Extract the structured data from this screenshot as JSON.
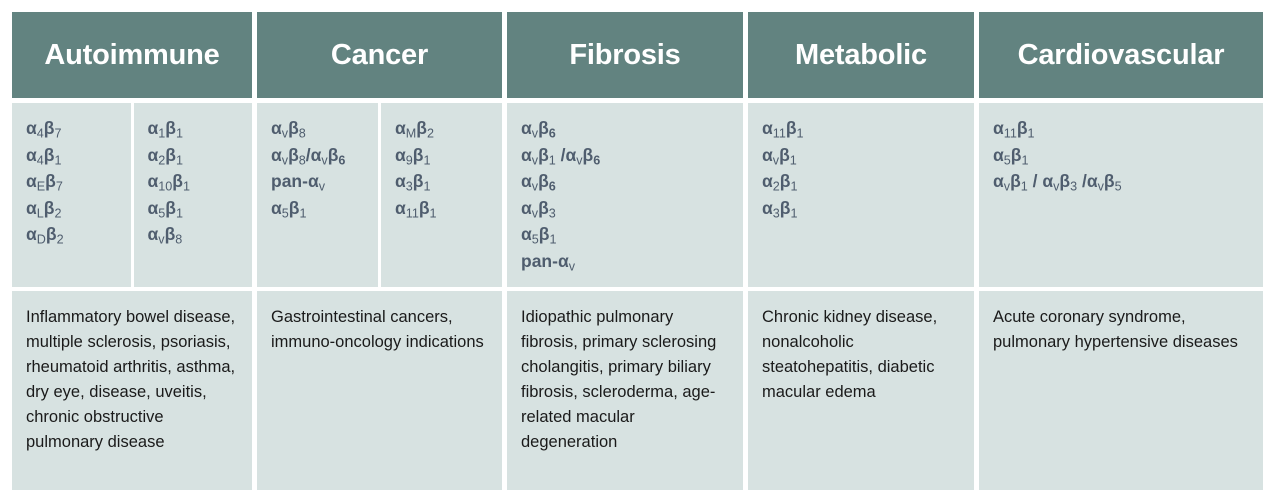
{
  "colors": {
    "header_background": "#628380",
    "header_text": "#ffffff",
    "cell_background": "#d7e2e1",
    "integrin_text": "#4f5d6e",
    "description_text": "#1a1a1a",
    "page_background": "#ffffff"
  },
  "columns": [
    {
      "key": "autoimmune",
      "header": "Autoimmune",
      "integrin_subcolumns": [
        [
          {
            "alpha": "4",
            "beta": "7",
            "alpha_bold_sub": false,
            "beta_bold_sub": false,
            "text": "α4β7"
          },
          {
            "alpha": "4",
            "beta": "1",
            "alpha_bold_sub": false,
            "beta_bold_sub": false,
            "text": "α4β1"
          },
          {
            "alpha": "E",
            "beta": "7",
            "alpha_bold_sub": false,
            "beta_bold_sub": false,
            "text": "αEβ7"
          },
          {
            "alpha": "L",
            "beta": "2",
            "alpha_bold_sub": false,
            "beta_bold_sub": false,
            "text": "αLβ2"
          },
          {
            "alpha": "D",
            "beta": "2",
            "alpha_bold_sub": false,
            "beta_bold_sub": false,
            "text": "αDβ2"
          }
        ],
        [
          {
            "alpha": "1",
            "beta": "1",
            "alpha_bold_sub": false,
            "beta_bold_sub": false,
            "text": "α1β1"
          },
          {
            "alpha": "2",
            "beta": "1",
            "alpha_bold_sub": false,
            "beta_bold_sub": false,
            "text": "α2β1"
          },
          {
            "alpha": "10",
            "beta": "1",
            "alpha_bold_sub": false,
            "beta_bold_sub": false,
            "text": "α10β1"
          },
          {
            "alpha": "5",
            "beta": "1",
            "alpha_bold_sub": false,
            "beta_bold_sub": false,
            "text": "α5β1"
          },
          {
            "alpha": "v",
            "beta": "8",
            "alpha_bold_sub": false,
            "beta_bold_sub": false,
            "text": "αvβ8"
          }
        ]
      ],
      "description": "Inflammatory bowel disease,  multiple sclerosis, psoriasis, rheumatoid arthritis, asthma, dry eye, disease, uveitis, chronic obstructive pulmonary disease"
    },
    {
      "key": "cancer",
      "header": "Cancer",
      "integrin_subcolumns": [
        [
          {
            "text": "αvβ8"
          },
          {
            "text": "αvβ8/αvβ6"
          },
          {
            "text": "pan-αv"
          },
          {
            "text": "α5β1"
          }
        ],
        [
          {
            "text": "αMβ2"
          },
          {
            "text": "α9β1"
          },
          {
            "text": "α3β1"
          },
          {
            "text": "α11β1"
          }
        ]
      ],
      "description": "Gastrointestinal cancers, immuno-oncology indications"
    },
    {
      "key": "fibrosis",
      "header": "Fibrosis",
      "integrin_subcolumns": [
        [
          {
            "text": "αvβ6"
          },
          {
            "text": "αvβ1 /αvβ6"
          },
          {
            "text": "αvβ6"
          },
          {
            "text": "αvβ3"
          },
          {
            "text": "α5β1"
          },
          {
            "text": "pan-αv"
          }
        ]
      ],
      "description": "Idiopathic pulmonary fibrosis, primary sclerosing cholangitis, primary biliary fibrosis, scleroderma, age-related macular degeneration"
    },
    {
      "key": "metabolic",
      "header": "Metabolic",
      "integrin_subcolumns": [
        [
          {
            "text": "α11β1"
          },
          {
            "text": "αvβ1"
          },
          {
            "text": "α2β1"
          },
          {
            "text": "α3β1"
          }
        ]
      ],
      "description": "Chronic kidney disease, nonalcoholic steatohepatitis, diabetic macular edema"
    },
    {
      "key": "cardiovascular",
      "header": "Cardiovascular",
      "integrin_subcolumns": [
        [
          {
            "text": "α11β1"
          },
          {
            "text": "α5β1"
          },
          {
            "text": "αvβ1 / αvβ3 /αvβ5"
          }
        ]
      ],
      "description": "Acute coronary syndrome, pulmonary hypertensive diseases"
    }
  ]
}
